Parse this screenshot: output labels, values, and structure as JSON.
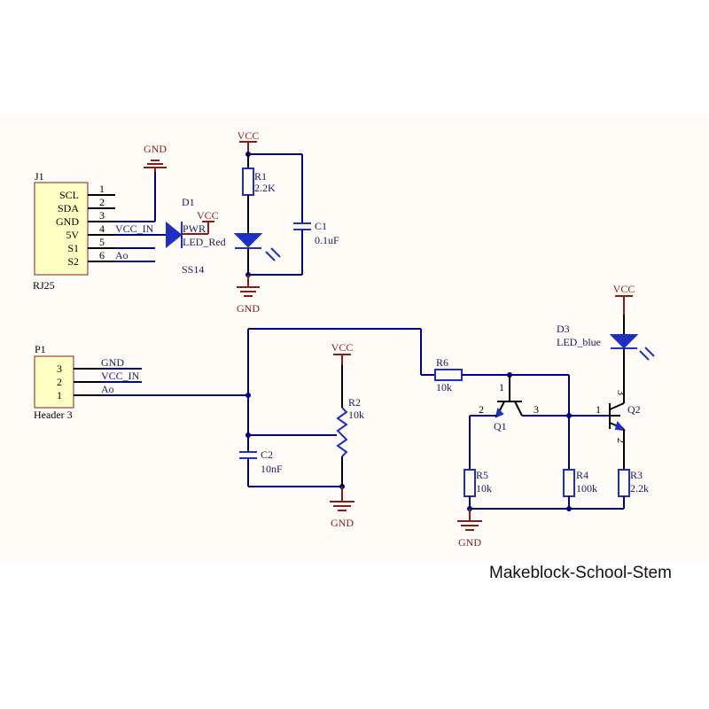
{
  "footer": "Makeblock-School-Stem",
  "colors": {
    "background": "#fffcf7",
    "wire": "#000080",
    "component": "#1f2fbf",
    "power": "#8b1a1a",
    "connector_body": "#ffffc4"
  },
  "j1": {
    "ref": "J1",
    "type": "RJ25",
    "pins": [
      {
        "name": "SCL",
        "num": "1",
        "net": ""
      },
      {
        "name": "SDA",
        "num": "2",
        "net": ""
      },
      {
        "name": "GND",
        "num": "3",
        "net": ""
      },
      {
        "name": "5V",
        "num": "4",
        "net": "VCC_IN"
      },
      {
        "name": "S1",
        "num": "5",
        "net": ""
      },
      {
        "name": "S2",
        "num": "6",
        "net": "Ao"
      }
    ]
  },
  "d1": {
    "ref": "D1",
    "pwr": "PWR",
    "color": "LED_Red",
    "part": "SS14",
    "vcc": "VCC"
  },
  "gnd_labels": {
    "top_left": "GND",
    "led": "GND",
    "pot": "GND",
    "q": "GND"
  },
  "vcc_labels": {
    "r1": "VCC",
    "r2": "VCC",
    "d3": "VCC"
  },
  "r1": {
    "ref": "R1",
    "value": "2.2K"
  },
  "c1": {
    "ref": "C1",
    "value": "0.1uF"
  },
  "p1": {
    "ref": "P1",
    "type": "Header 3",
    "pins": [
      {
        "num": "3",
        "net": "GND"
      },
      {
        "num": "2",
        "net": "VCC_IN"
      },
      {
        "num": "1",
        "net": "Ao"
      }
    ]
  },
  "r2": {
    "ref": "R2",
    "value": "10k"
  },
  "c2": {
    "ref": "C2",
    "value": "10nF"
  },
  "r6": {
    "ref": "R6",
    "value": "10k"
  },
  "q1": {
    "ref": "Q1",
    "pin_b": "1",
    "pin_e": "2",
    "pin_c": "3"
  },
  "q2": {
    "ref": "Q2",
    "pin_b": "1",
    "pin_e": "2",
    "pin_c": "3"
  },
  "r5": {
    "ref": "R5",
    "value": "10k"
  },
  "r4": {
    "ref": "R4",
    "value": "100k"
  },
  "r3": {
    "ref": "R3",
    "value": "2.2k"
  },
  "d3": {
    "ref": "D3",
    "color": "LED_blue"
  }
}
